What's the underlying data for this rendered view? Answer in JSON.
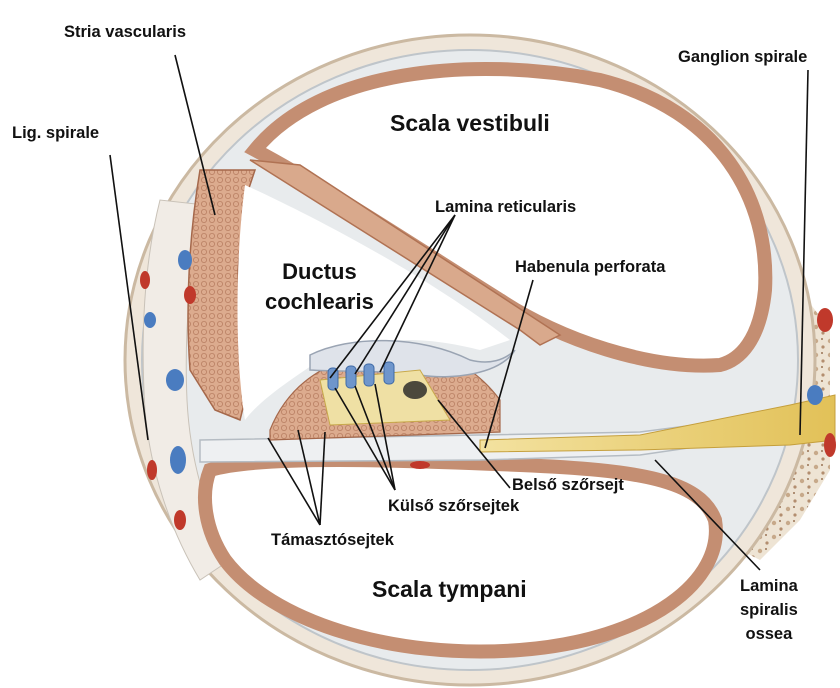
{
  "labels": {
    "stria_vascularis": "Stria vascularis",
    "ganglion_spirale": "Ganglion spirale",
    "lig_spirale": "Lig. spirale",
    "scala_vestibuli": "Scala vestibuli",
    "lamina_reticularis": "Lamina reticularis",
    "ductus_cochlearis": "Ductus\ncochlearis",
    "habenula_perforata": "Habenula perforata",
    "belso_szorsejt": "Belső szőrsejt",
    "kulso_szorsejtek": "Külső szőrsejtek",
    "tamasztosejtek": "Támasztósejtek",
    "scala_tympani": "Scala tympani",
    "lamina_spiralis_ossea": "Lamina\nspiralis\nossea"
  },
  "colors": {
    "tissue": "#d9a98c",
    "tissue_dark": "#b97a5c",
    "membrane": "#e6e8ea",
    "bone": "#e8dccb",
    "nerve": "#e9cf6e",
    "vein": "#4a7cc0",
    "artery": "#c0392b",
    "line": "#111111"
  }
}
